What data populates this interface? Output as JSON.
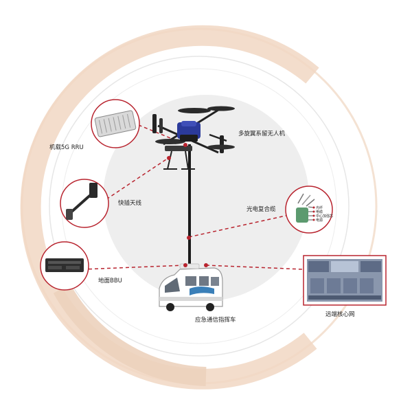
{
  "labels": {
    "rru": "机载5G   RRU",
    "drone": "多旋翼系留无人机",
    "antenna": "快插天线",
    "cable": "光电复合缆",
    "bbu": "地面BBU",
    "vehicle": "应急通信指挥车",
    "core": "远端核心网"
  },
  "cable_legend": [
    "光纤",
    "电缆",
    "中心加强芯",
    "电源"
  ],
  "colors": {
    "accent_red": "#b8232e",
    "ring_peach": "#f1d7c3",
    "ring_gray": "#e3e3e3",
    "center_disc": "#eeeeee",
    "tether": "#1a1a1a",
    "drone_blue": "#2b3a9a"
  }
}
